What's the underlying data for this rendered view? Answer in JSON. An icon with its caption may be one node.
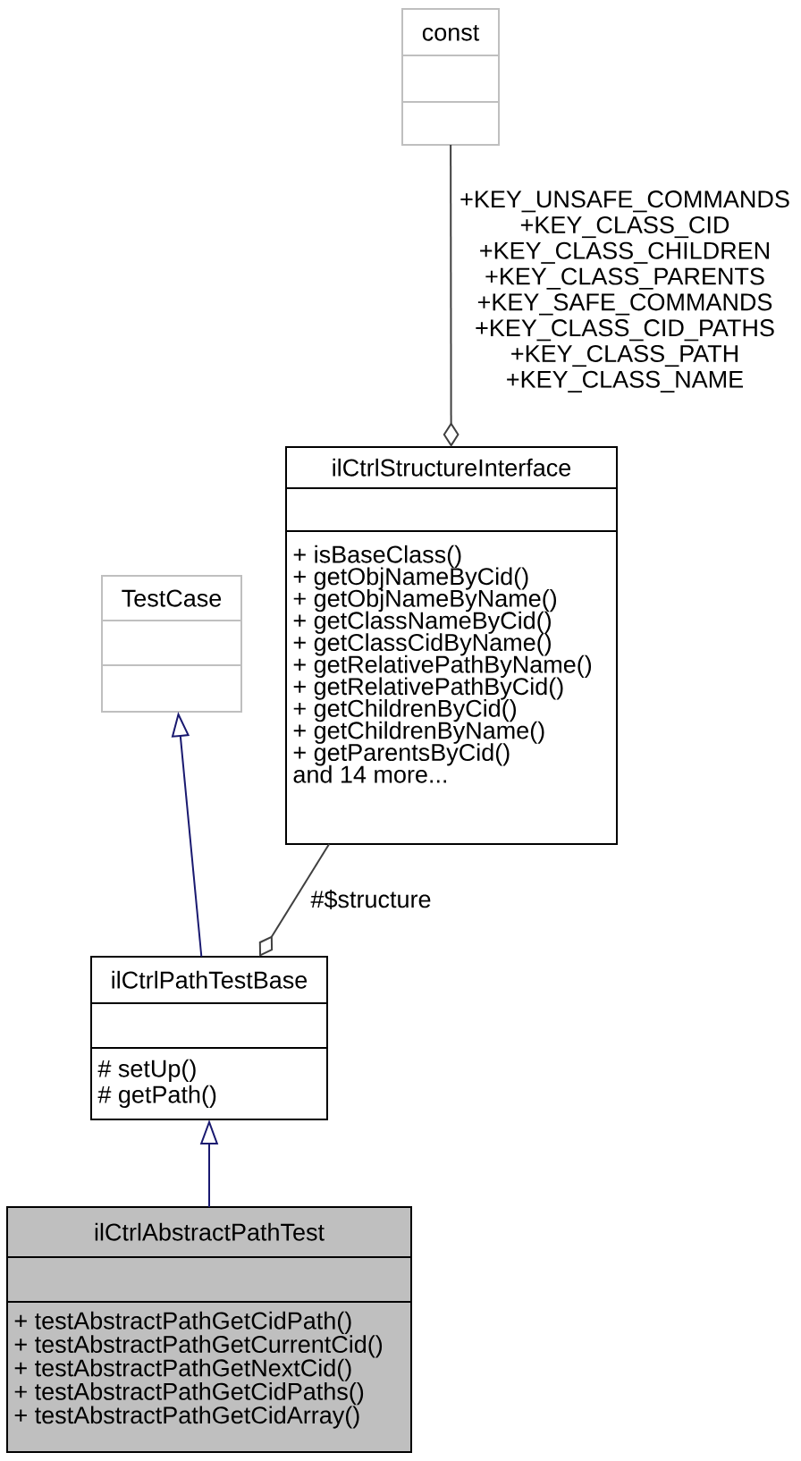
{
  "diagram": {
    "nodes": [
      {
        "text": [
          "const"
        ]
      },
      {
        "text": [
          "ilCtrlStructureInterface",
          "+ isBaseClass()",
          "+ getObjNameByCid()",
          "+ getObjNameByName()",
          "+ getClassNameByCid()",
          "+ getClassCidByName()",
          "+ getRelativePathByName()",
          "+ getRelativePathByCid()",
          "+ getChildrenByCid()",
          "+ getChildrenByName()",
          "+ getParentsByCid()",
          "and 14 more..."
        ]
      },
      {
        "text": [
          "TestCase"
        ]
      },
      {
        "text": [
          "ilCtrlPathTestBase",
          "# setUp()",
          "# getPath()"
        ]
      },
      {
        "text": [
          "ilCtrlAbstractPathTest",
          "+ testAbstractPathGetCidPath()",
          "+ testAbstractPathGetCurrentCid()",
          "+ testAbstractPathGetNextCid()",
          "+ testAbstractPathGetCidPaths()",
          "+ testAbstractPathGetCidArray()"
        ]
      }
    ],
    "edges": [
      {
        "from": 0,
        "to": 1,
        "arrow": "other",
        "label": "+KEY_UNSAFE_COMMANDS +KEY_CLASS_CID +KEY_CLASS_CHILDREN +KEY_CLASS_PARENTS +KEY_SAFE_COMMANDS +KEY_CLASS_CID_PATHS +KEY_CLASS_PATH +KEY_CLASS_NAME",
        "color": "#404040"
      },
      {
        "from": 1,
        "to": 3,
        "arrow": "other",
        "label": "#$structure",
        "color": "#404040"
      },
      {
        "from": 3,
        "to": 2,
        "arrow": "to",
        "color": "#191970"
      },
      {
        "from": 4,
        "to": 3,
        "arrow": "to",
        "color": "#191970"
      }
    ]
  }
}
